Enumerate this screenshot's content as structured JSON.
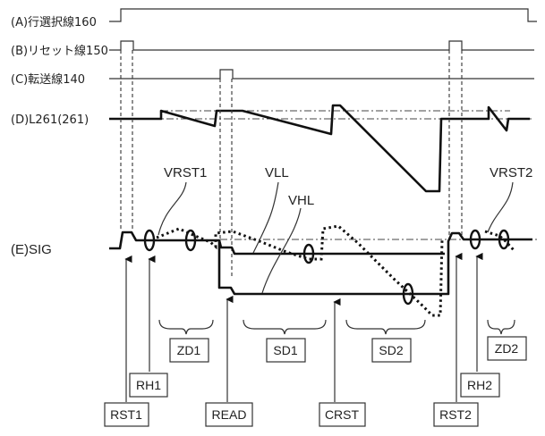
{
  "signals": {
    "A": "(A)行選択線160",
    "B": "(B)リセット線150",
    "C": "(C)転送線140",
    "D": "(D)L261(261)",
    "E": "(E)SIG"
  },
  "voltage_labels": {
    "vrst1": "VRST1",
    "vll": "VLL",
    "vhl": "VHL",
    "vrst2": "VRST2"
  },
  "periods": {
    "zd1": "ZD1",
    "sd1": "SD1",
    "sd2": "SD2",
    "zd2": "ZD2"
  },
  "timings": {
    "rst1": "RST1",
    "rh1": "RH1",
    "read": "READ",
    "crst": "CRST",
    "rst2": "RST2",
    "rh2": "RH2"
  }
}
